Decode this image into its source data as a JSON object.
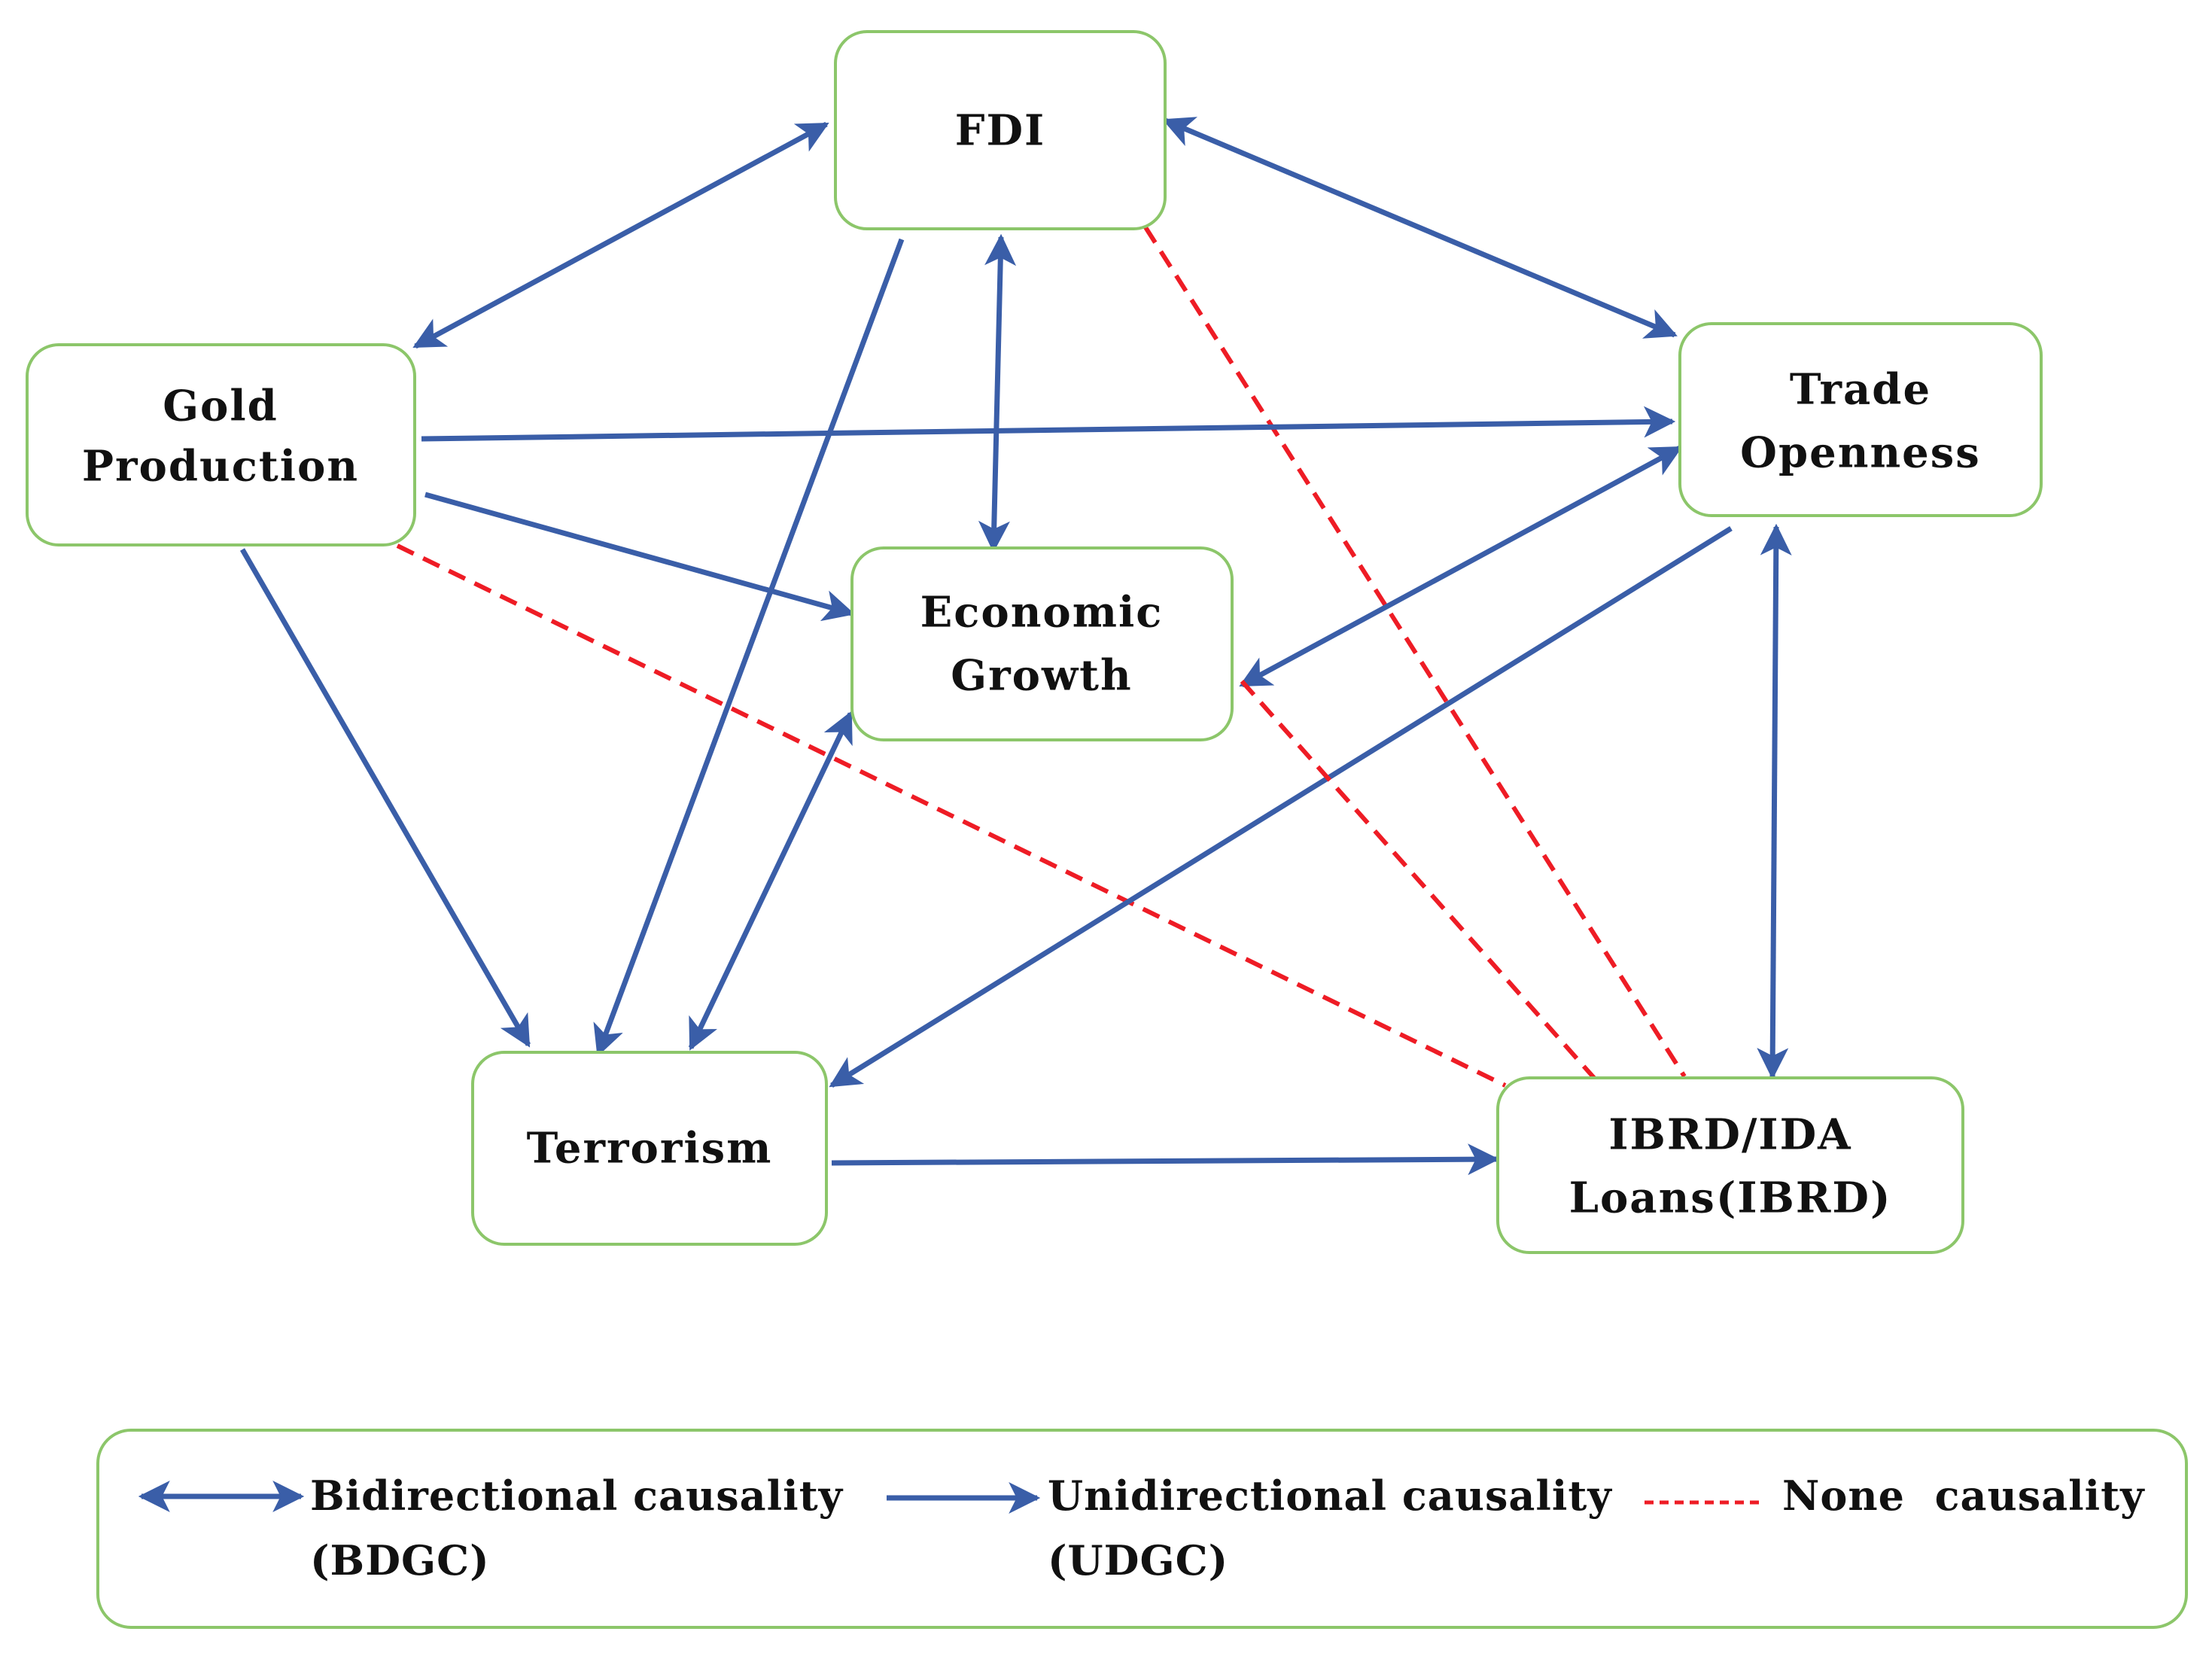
{
  "colors": {
    "box_border": "#8cc66a",
    "arrow_blue": "#3a5ea8",
    "none_red": "#ee1c25"
  },
  "nodes": {
    "fdi": {
      "lines": [
        "FDI"
      ]
    },
    "gold": {
      "lines": [
        "Gold",
        "Production"
      ]
    },
    "trade": {
      "lines": [
        "Trade",
        "Openness"
      ]
    },
    "growth": {
      "lines": [
        "Economic",
        "Growth"
      ]
    },
    "terror": {
      "lines": [
        "Terrorism"
      ]
    },
    "ibrd": {
      "lines": [
        "IBRD/IDA",
        "Loans(IBRD)"
      ]
    }
  },
  "edges": [
    {
      "from": "fdi",
      "to": "gold",
      "type": "bidirectional"
    },
    {
      "from": "fdi",
      "to": "trade",
      "type": "bidirectional"
    },
    {
      "from": "fdi",
      "to": "growth",
      "type": "bidirectional"
    },
    {
      "from": "fdi",
      "to": "terror",
      "type": "unidirectional"
    },
    {
      "from": "fdi",
      "to": "ibrd",
      "type": "none"
    },
    {
      "from": "gold",
      "to": "trade",
      "type": "unidirectional"
    },
    {
      "from": "gold",
      "to": "growth",
      "type": "unidirectional"
    },
    {
      "from": "gold",
      "to": "terror",
      "type": "unidirectional"
    },
    {
      "from": "gold",
      "to": "ibrd",
      "type": "none"
    },
    {
      "from": "trade",
      "to": "growth",
      "type": "bidirectional"
    },
    {
      "from": "trade",
      "to": "terror",
      "type": "unidirectional"
    },
    {
      "from": "trade",
      "to": "ibrd",
      "type": "bidirectional"
    },
    {
      "from": "growth",
      "to": "terror",
      "type": "bidirectional"
    },
    {
      "from": "growth",
      "to": "ibrd",
      "type": "none"
    },
    {
      "from": "terror",
      "to": "ibrd",
      "type": "unidirectional"
    }
  ],
  "legend": {
    "bidirectional": {
      "line1": "Bidirectional causality",
      "line2": "(BDGC)"
    },
    "unidirectional": {
      "line1": "Unidirectional causality",
      "line2": "(UDGC)"
    },
    "none": {
      "line1": "None  causality"
    }
  }
}
